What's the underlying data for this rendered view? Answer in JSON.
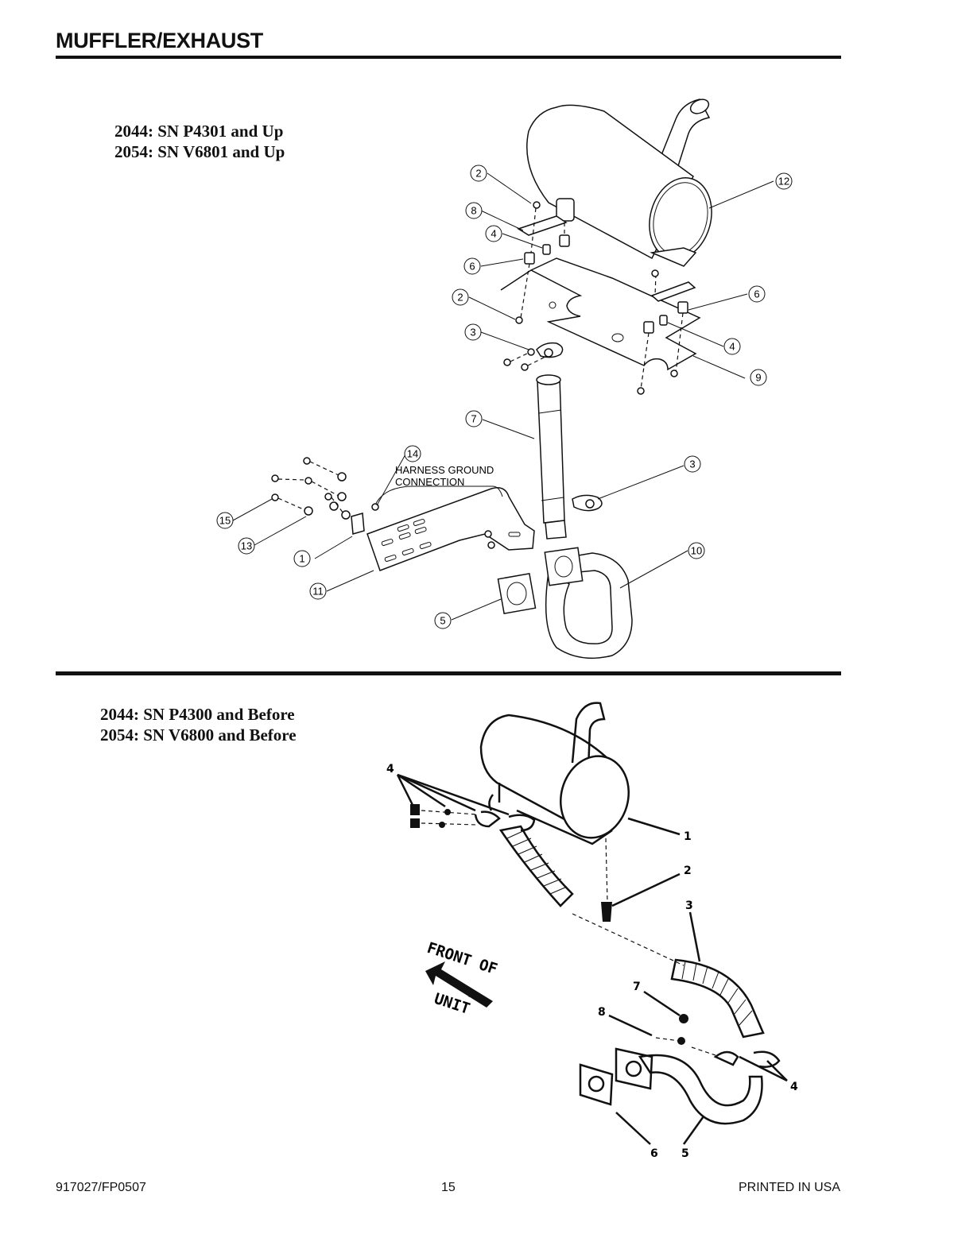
{
  "page_title": "MUFFLER/EXHAUST",
  "section_top": {
    "serial_lines": [
      "2044: SN P4301 and Up",
      "2054: SN V6801 and Up"
    ],
    "callouts": [
      "1",
      "2",
      "2",
      "3",
      "3",
      "4",
      "4",
      "5",
      "6",
      "6",
      "7",
      "8",
      "9",
      "10",
      "11",
      "12",
      "13",
      "14",
      "15"
    ],
    "harness_note": [
      "HARNESS GROUND",
      "CONNECTION"
    ]
  },
  "section_bottom": {
    "serial_lines": [
      "2044: SN P4300 and Before",
      "2054: SN V6800 and Before"
    ],
    "callouts": [
      "1",
      "2",
      "3",
      "4",
      "4",
      "5",
      "6",
      "7",
      "8"
    ],
    "direction_label": [
      "FRONT OF",
      "UNIT"
    ]
  },
  "footer": {
    "left": "917027/FP0507",
    "center": "15",
    "right": "PRINTED IN USA"
  }
}
